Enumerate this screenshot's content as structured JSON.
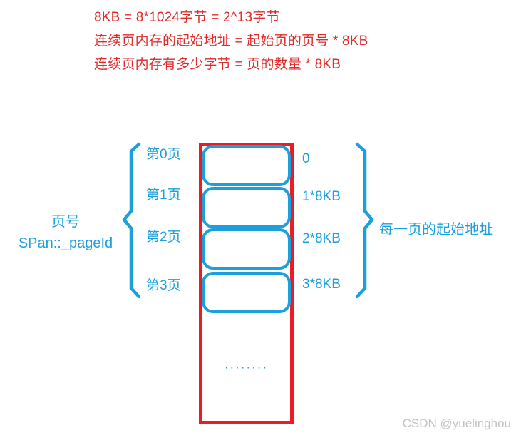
{
  "diagram": {
    "title_formulas": [
      "8KB = 8*1024字节 = 2^13字节",
      "连续页内存的起始地址 = 起始页的页号 * 8KB",
      "连续页内存有多少字节 = 页的数量 * 8KB"
    ],
    "left_group_label": {
      "line1": "页号",
      "line2": "SPan::_pageId"
    },
    "right_group_label": "每一页的起始地址",
    "pages": [
      {
        "page_label": "第0页",
        "address_label": "0"
      },
      {
        "page_label": "第1页",
        "address_label": "1*8KB"
      },
      {
        "page_label": "第2页",
        "address_label": "2*8KB"
      },
      {
        "page_label": "第3页",
        "address_label": "3*8KB"
      }
    ],
    "continuation_marker": "········",
    "colors": {
      "formula_red": "#e02b2b",
      "column_border_red": "#ec1c24",
      "accent_blue": "#1ba0dd",
      "watermark_gray": "#c3c3c3",
      "background": "#ffffff"
    }
  },
  "watermark": "CSDN @yuelinghou"
}
